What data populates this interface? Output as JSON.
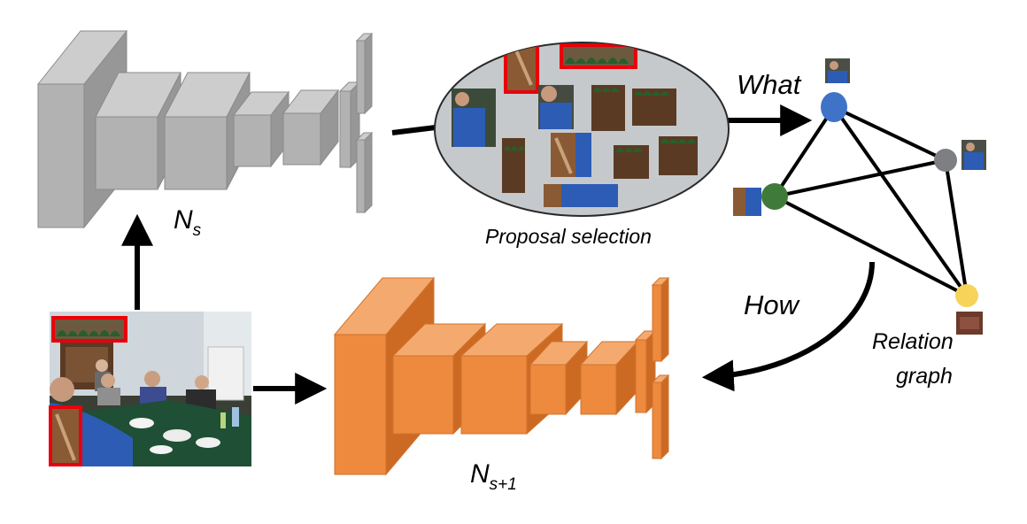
{
  "colors": {
    "gray_net": {
      "front": "#b2b2b2",
      "top": "#cdcdcd",
      "side": "#979797",
      "edge": "#8a8a8a"
    },
    "orange_net": {
      "front": "#ed8a3e",
      "top": "#f4aa6f",
      "side": "#cc6a24",
      "edge": "#d0732c"
    },
    "ellipse_fill": "#c6c9cc",
    "highlight_box": "#e8000b",
    "node_blue": "#3f73c7",
    "node_gray": "#7d7f83",
    "node_green": "#3f7a3a",
    "node_yellow": "#f7d35a"
  },
  "labels": {
    "net_s": {
      "main": "N",
      "sub": "s"
    },
    "net_s1": {
      "main": "N",
      "sub": "s+1"
    },
    "proposal_selection": "Proposal selection",
    "what": "What",
    "how": "How",
    "relation_graph_line1": "Relation",
    "relation_graph_line2": "graph"
  },
  "icons": {
    "input_image": "dinner-table-photo",
    "proposal_crops": "cropped-region-thumbnail",
    "node_thumbnails": "cropped-region-thumbnail"
  }
}
